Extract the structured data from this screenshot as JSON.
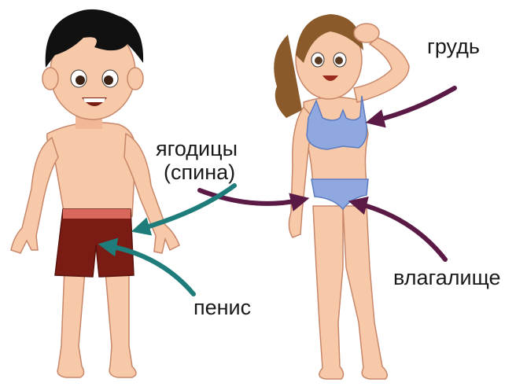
{
  "labels": {
    "breast": "грудь",
    "buttocks_line1": "ягодицы",
    "buttocks_line2": "(спина)",
    "vagina": "влагалище",
    "penis": "пенис"
  },
  "colors": {
    "skin": "#f7c9a8",
    "skin_shadow": "#e9a987",
    "hair_boy": "#111111",
    "hair_girl": "#8a5a2b",
    "shorts": "#7a1c14",
    "shorts_band": "#d9685c",
    "bra": "#8fa8df",
    "underwear": "#8fa8df",
    "arrow_teal": "#1e7d7a",
    "arrow_purple": "#5b1a45"
  }
}
